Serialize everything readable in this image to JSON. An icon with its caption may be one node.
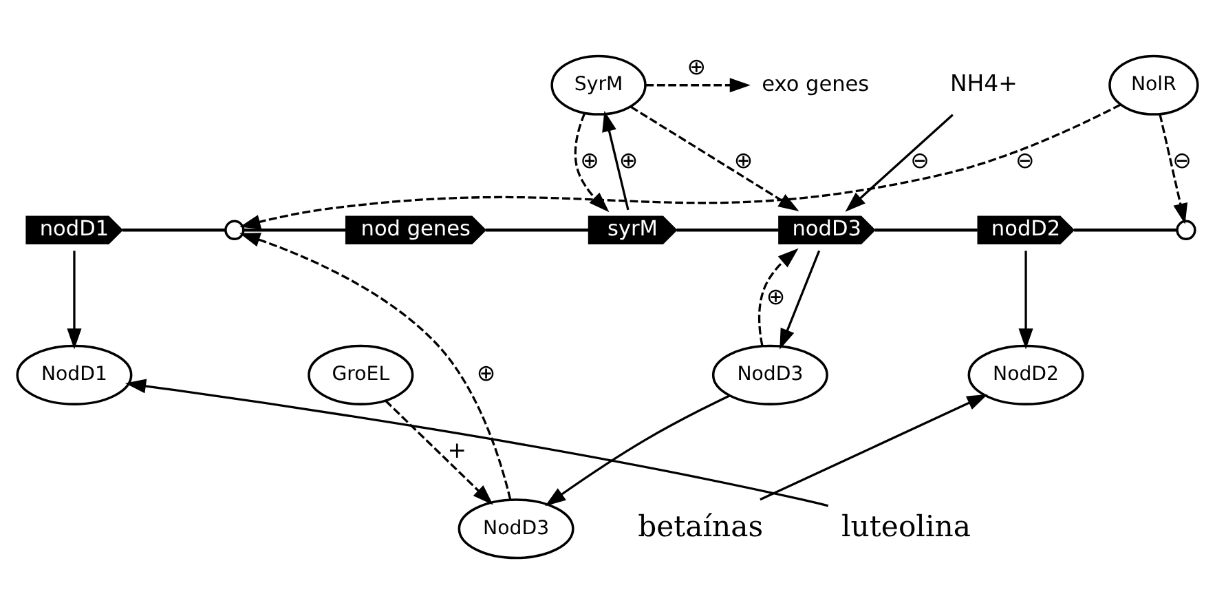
{
  "diagram": {
    "nodes": [
      {
        "text": [
          "NolR"
        ]
      },
      {
        "text": [
          "exo genes"
        ]
      },
      {
        "text": [
          "SyrM"
        ]
      },
      {
        "text": [
          "NH4+"
        ]
      },
      {
        "text": [
          "nodD1"
        ]
      },
      {
        "text": [],
        "shape": "circle"
      },
      {
        "text": [
          "nod genes"
        ]
      },
      {
        "text": [
          "syrM"
        ]
      },
      {
        "text": [
          "nodD3"
        ]
      },
      {
        "text": [
          "nodD2"
        ]
      },
      {
        "text": [],
        "shape": "circle"
      },
      {
        "text": [
          "GroEL"
        ]
      },
      {
        "text": [
          "NodD3"
        ]
      },
      {
        "text": [
          "NodD3"
        ]
      },
      {
        "text": [
          "NodD1"
        ]
      },
      {
        "text": [
          "NodD2"
        ]
      },
      {
        "text": [
          "luteolina"
        ]
      },
      {
        "text": [
          "betaínas"
        ]
      }
    ],
    "edges": [
      {
        "from": 0,
        "to": 5,
        "arrow": "to",
        "style": "dashed",
        "label": "⊖"
      },
      {
        "from": 0,
        "to": 10,
        "arrow": "to",
        "style": "dashed",
        "label": "⊖"
      },
      {
        "from": 2,
        "to": 1,
        "arrow": "to",
        "style": "dashed",
        "label": "⊕"
      },
      {
        "from": 7,
        "to": 2,
        "arrow": "to",
        "label": "⊕"
      },
      {
        "from": 2,
        "to": 7,
        "arrow": "to",
        "style": "dashed",
        "label": "⊕"
      },
      {
        "from": 2,
        "to": 8,
        "arrow": "to",
        "style": "dashed",
        "label": "⊕"
      },
      {
        "from": 3,
        "to": 8,
        "arrow": "to",
        "label": "⊖"
      },
      {
        "from": 4,
        "to": 5,
        "arrow": "none"
      },
      {
        "from": 5,
        "to": 6,
        "arrow": "none"
      },
      {
        "from": 6,
        "to": 7,
        "arrow": "none"
      },
      {
        "from": 7,
        "to": 8,
        "arrow": "none"
      },
      {
        "from": 8,
        "to": 9,
        "arrow": "none"
      },
      {
        "from": 9,
        "to": 10,
        "arrow": "none"
      },
      {
        "from": 13,
        "to": 8,
        "arrow": "to",
        "style": "dashed",
        "label": "⊕"
      },
      {
        "from": 8,
        "to": 13,
        "arrow": "to"
      },
      {
        "from": 13,
        "to": 12,
        "arrow": "to"
      },
      {
        "from": 11,
        "to": 12,
        "arrow": "to",
        "style": "dashed",
        "label": "+"
      },
      {
        "from": 12,
        "to": 5,
        "arrow": "to",
        "style": "dashed",
        "label": "⊕"
      },
      {
        "from": 4,
        "to": 14,
        "arrow": "to"
      },
      {
        "from": 9,
        "to": 15,
        "arrow": "to"
      },
      {
        "from": 16,
        "to": 14,
        "arrow": "to"
      },
      {
        "from": 17,
        "to": 15,
        "arrow": "to"
      }
    ]
  }
}
